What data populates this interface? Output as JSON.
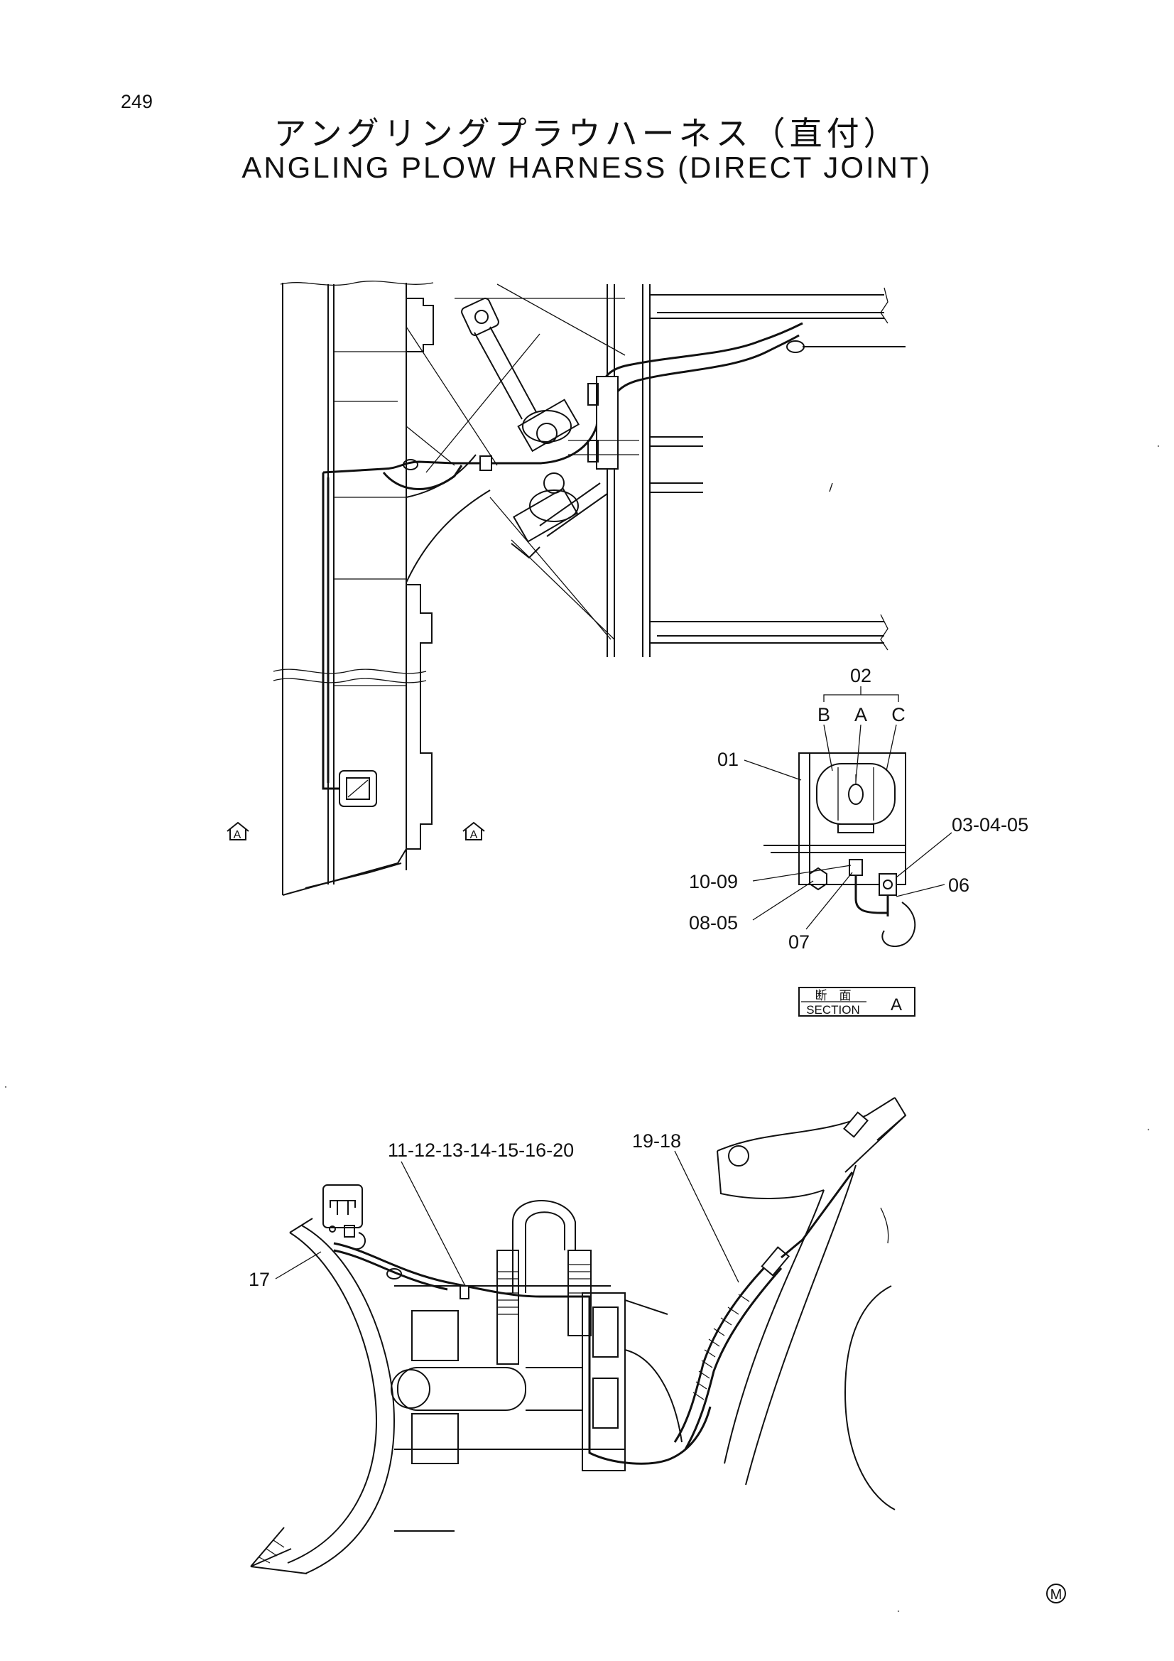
{
  "page_number": "249",
  "title_jp": "アングリングプラウハーネス（直付）",
  "title_en": "ANGLING PLOW HARNESS (DIRECT JOINT)",
  "view_markers": [
    "A",
    "A"
  ],
  "section": {
    "jp": "断　面",
    "en": "SECTION",
    "letter": "A"
  },
  "callouts": {
    "c02": "02",
    "cB": "B",
    "cA": "A",
    "cC": "C",
    "c01": "01",
    "c030405": "03-04-05",
    "c1009": "10-09",
    "c06": "06",
    "c0805": "08-05",
    "c07": "07",
    "c11to20": "11-12-13-14-15-16-20",
    "c1918": "19-18",
    "c17": "17"
  },
  "mark": "M"
}
